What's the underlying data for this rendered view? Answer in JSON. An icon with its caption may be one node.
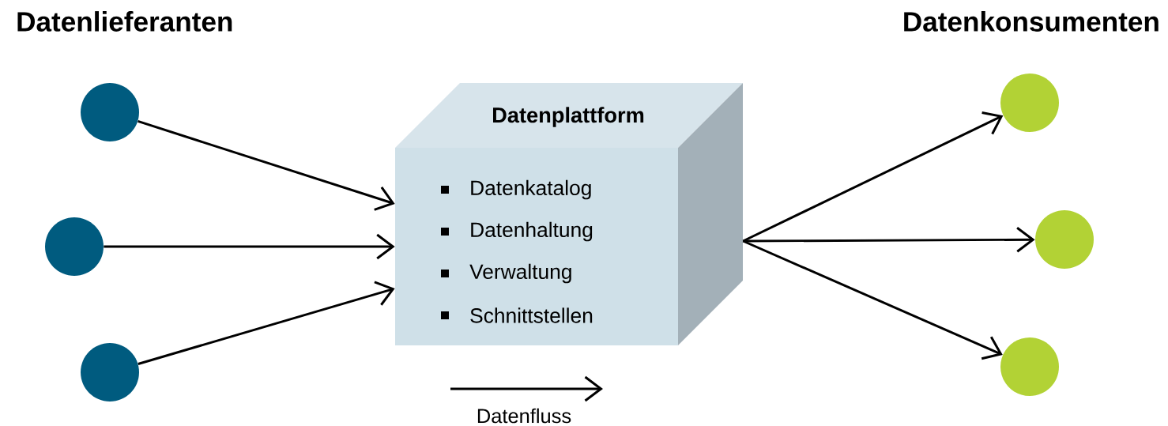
{
  "diagram": {
    "nodes": [
      {
        "text": [],
        "shape": "circle"
      },
      {
        "text": [],
        "shape": "circle"
      },
      {
        "text": [],
        "shape": "circle"
      },
      {
        "text": [
          "Datenplattform",
          "Datenkatalog",
          "Datenhaltung",
          "Verwaltung",
          "Schnittstellen"
        ]
      },
      {
        "text": [],
        "shape": "circle"
      },
      {
        "text": [],
        "shape": "circle"
      },
      {
        "text": [],
        "shape": "circle"
      }
    ],
    "edges": [
      {
        "from": 0,
        "to": 3,
        "arrow": "to"
      },
      {
        "from": 1,
        "to": 3,
        "arrow": "to"
      },
      {
        "from": 2,
        "to": 3,
        "arrow": "to"
      },
      {
        "from": 3,
        "to": 4,
        "arrow": "to"
      },
      {
        "from": 3,
        "to": 5,
        "arrow": "to"
      },
      {
        "from": 3,
        "to": 6,
        "arrow": "to"
      }
    ],
    "labels": [
      "Datenlieferanten",
      "Datenkonsumenten"
    ],
    "legend": [
      {
        "text": "Datenfluss"
      }
    ]
  }
}
